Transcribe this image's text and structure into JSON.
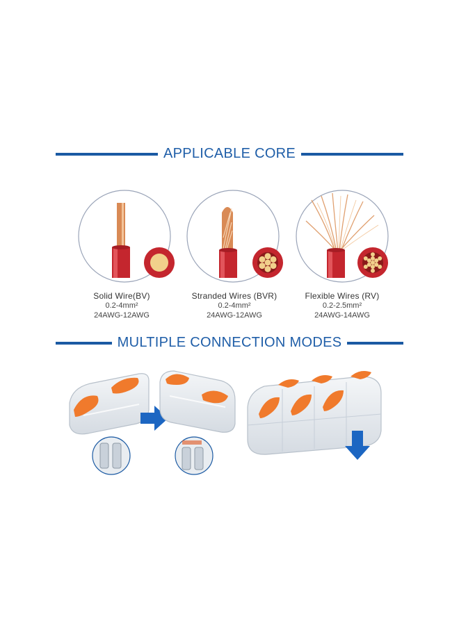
{
  "colors": {
    "accent": "#1f5ea8",
    "rule": "#1b5aa3",
    "insulation": "#c4262e",
    "copper": "#d98a55",
    "lever": "#f07a2c",
    "arrow": "#1c66c2"
  },
  "section_applicable": {
    "title": "APPLICABLE CORE",
    "wires": [
      {
        "name": "Solid Wire(BV)",
        "range": "0.2-4mm²",
        "gauge": "24AWG-12AWG"
      },
      {
        "name": "Stranded Wires (BVR)",
        "range": "0.2-4mm²",
        "gauge": "24AWG-12AWG"
      },
      {
        "name": "Flexible Wires (RV)",
        "range": "0.2-2.5mm²",
        "gauge": "24AWG-14AWG"
      }
    ]
  },
  "section_modes": {
    "title": "MULTIPLE CONNECTION MODES",
    "icons": [
      "right-arrow-icon",
      "down-arrow-icon"
    ]
  }
}
